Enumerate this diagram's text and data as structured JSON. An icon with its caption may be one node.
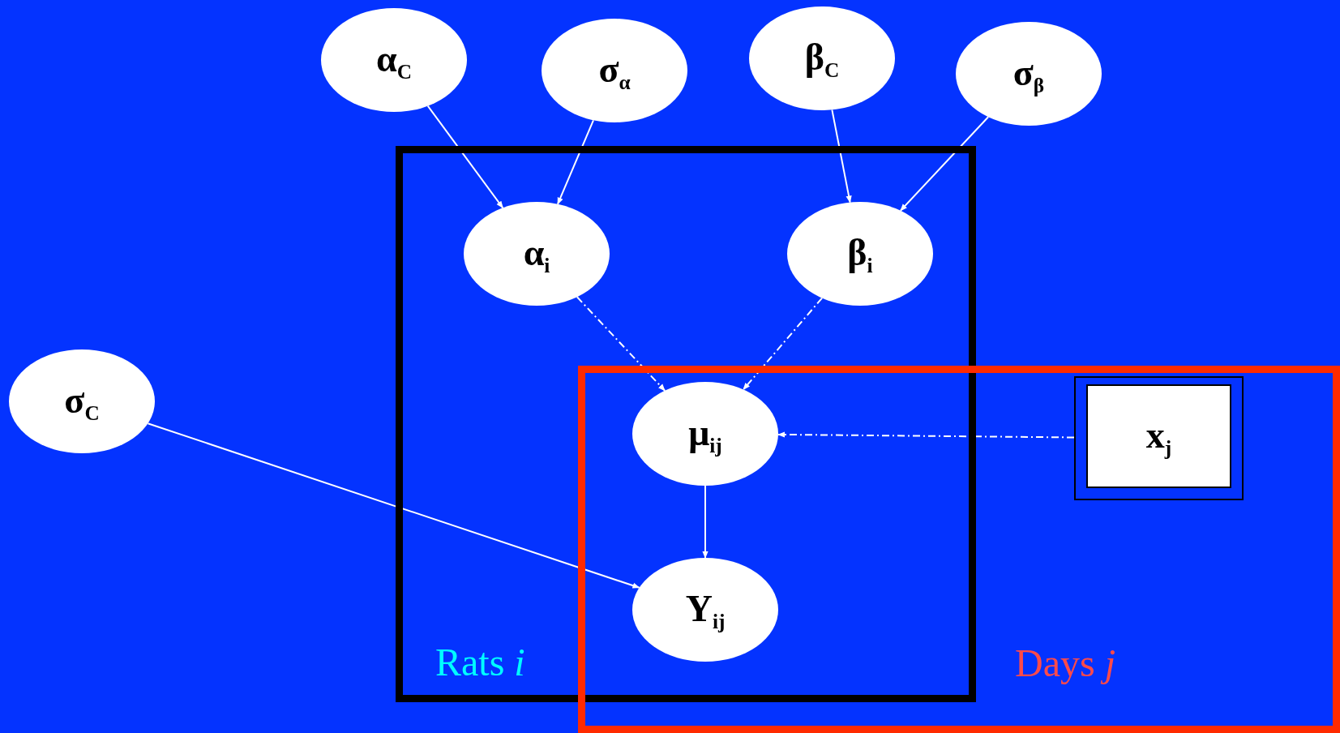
{
  "diagram": {
    "nodes": [
      {
        "text": [
          "α$_{C}$"
        ]
      },
      {
        "text": [
          "σ$_{α}$"
        ]
      },
      {
        "text": [
          "β$_{C}$"
        ]
      },
      {
        "text": [
          "σ$_{β}$"
        ]
      },
      {
        "text": [
          "Rats *i*"
        ]
      },
      {
        "text": [
          "α$_{i}$"
        ],
        "in": 4
      },
      {
        "text": [
          "β$_{i}$"
        ],
        "in": 4
      },
      {
        "text": [
          "σ$_{C}$"
        ]
      },
      {
        "text": [
          "Days *j*"
        ]
      },
      {
        "text": [
          "μ$_{ij}$"
        ]
      },
      {
        "text": [
          "x$_{j}$"
        ],
        "in": 8
      },
      {
        "text": [
          "Y$_{ij}$"
        ]
      }
    ],
    "edges": [
      {
        "from": 0,
        "to": 5,
        "arrow": "to"
      },
      {
        "from": 1,
        "to": 5,
        "arrow": "to"
      },
      {
        "from": 2,
        "to": 6,
        "arrow": "to"
      },
      {
        "from": 3,
        "to": 6,
        "arrow": "to"
      },
      {
        "from": 5,
        "to": 9,
        "arrow": "to",
        "style": "dashed"
      },
      {
        "from": 6,
        "to": 9,
        "arrow": "to",
        "style": "dashed"
      },
      {
        "from": 10,
        "to": 9,
        "arrow": "to",
        "style": "dashed"
      },
      {
        "from": 9,
        "to": 11,
        "arrow": "to"
      },
      {
        "from": 7,
        "to": 11,
        "arrow": "to"
      }
    ]
  }
}
